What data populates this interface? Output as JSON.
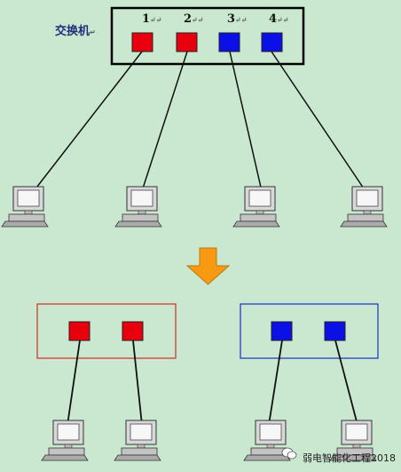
{
  "switch": {
    "label": "交换机",
    "ports": [
      {
        "number": "1",
        "color": "#e8000d"
      },
      {
        "number": "2",
        "color": "#e8000d"
      },
      {
        "number": "3",
        "color": "#0a10e6"
      },
      {
        "number": "4",
        "color": "#0a10e6"
      }
    ]
  },
  "vlans": [
    {
      "border_color": "#d22a2a",
      "port_color": "#e8000d"
    },
    {
      "border_color": "#1630c8",
      "port_color": "#0a10e6"
    }
  ],
  "arrow": {
    "color": "#f79a12"
  },
  "mark_glyph": "↵",
  "watermark": "弱电智能化工程2018"
}
